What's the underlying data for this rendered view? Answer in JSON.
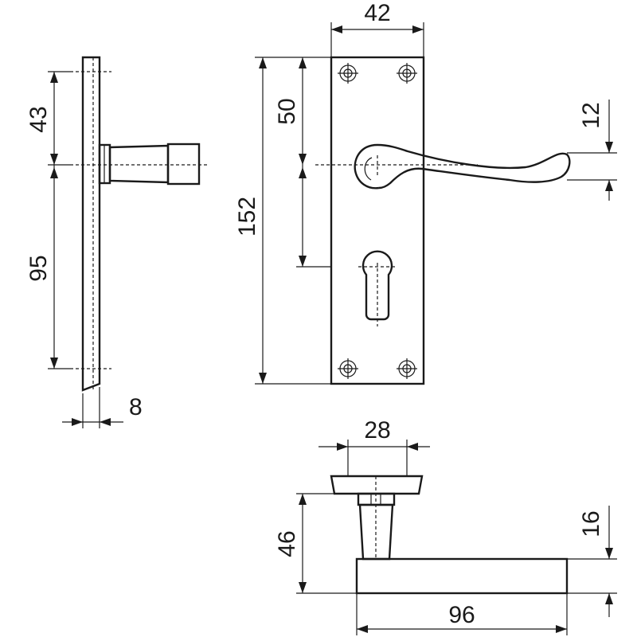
{
  "dimensions": {
    "side_top_offset": "43",
    "side_bottom_offset": "95",
    "side_thickness": "8",
    "plate_width": "42",
    "plate_height": "152",
    "centre_distance": "50",
    "lever_width": "12",
    "rose_width": "28",
    "lever_projection": "46",
    "lever_height": "16",
    "lever_length": "96"
  }
}
